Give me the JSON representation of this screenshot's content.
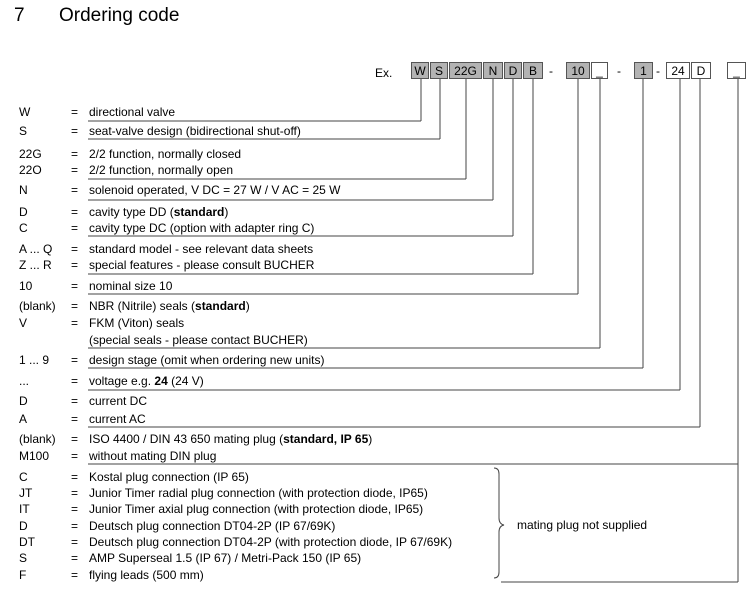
{
  "heading": {
    "number": "7",
    "title": "Ordering code"
  },
  "example": {
    "prefix": "Ex.",
    "boxes": [
      "W",
      "S",
      "22G",
      "N",
      "D",
      "B",
      "10",
      "_",
      "1",
      "24",
      "D",
      "_"
    ],
    "separators": [
      "-",
      "-",
      "-"
    ]
  },
  "equals": "=",
  "codes": [
    {
      "code": "W",
      "desc": "directional valve"
    },
    {
      "code": "S",
      "desc": "seat-valve design (bidirectional shut-off)"
    },
    {
      "code": "22G",
      "desc": "2/2 function, normally closed"
    },
    {
      "code": "22O",
      "desc": "2/2 function, normally open"
    },
    {
      "code": "N",
      "desc": "solenoid operated, V DC = 27  W  /  V AC = 25  W"
    },
    {
      "code": "D",
      "desc": "cavity type DD (",
      "bold": "standard",
      "after": ")"
    },
    {
      "code": "C",
      "desc": "cavity type DC  (option with adapter ring C)"
    },
    {
      "code": "A ... Q",
      "desc": "standard model - see relevant data sheets"
    },
    {
      "code": "Z ... R",
      "desc": "special features - please consult BUCHER"
    },
    {
      "code": "10",
      "desc": "nominal size 10"
    },
    {
      "code": "(blank)",
      "desc": "NBR (Nitrile) seals  (",
      "bold": "standard",
      "after": ")"
    },
    {
      "code": "V",
      "desc": "FKM (Viton) seals"
    },
    {
      "code": "",
      "desc": "(special seals - please contact BUCHER)"
    },
    {
      "code": "1 ... 9",
      "desc": "design stage (omit when ordering new units)"
    },
    {
      "code": "...",
      "desc": "voltage e.g. ",
      "bold": "24",
      "after": " (24 V)"
    },
    {
      "code": "D",
      "desc": "current  DC"
    },
    {
      "code": "A",
      "desc": "current  AC"
    },
    {
      "code": "(blank)",
      "desc": "ISO 4400 / DIN 43 650 mating plug (",
      "bold": "standard, IP 65",
      "after": ")"
    },
    {
      "code": "M100",
      "desc": "without mating DIN plug"
    },
    {
      "code": "C",
      "desc": "Kostal plug connection (IP 65)"
    },
    {
      "code": "JT",
      "desc": "Junior Timer radial plug connection (with protection diode, IP65)"
    },
    {
      "code": "IT",
      "desc": "Junior Timer axial plug connection (with protection diode, IP65)"
    },
    {
      "code": "D",
      "desc": "Deutsch plug connection DT04-2P (IP 67/69K)"
    },
    {
      "code": "DT",
      "desc": "Deutsch plug connection DT04-2P (with protection diode, IP 67/69K)"
    },
    {
      "code": "S",
      "desc": "AMP Superseal 1.5 (IP 67) / Metri-Pack 150 (IP 65)"
    },
    {
      "code": "F",
      "desc": "flying leads (500 mm)"
    }
  ],
  "brace_note": "mating plug not supplied"
}
